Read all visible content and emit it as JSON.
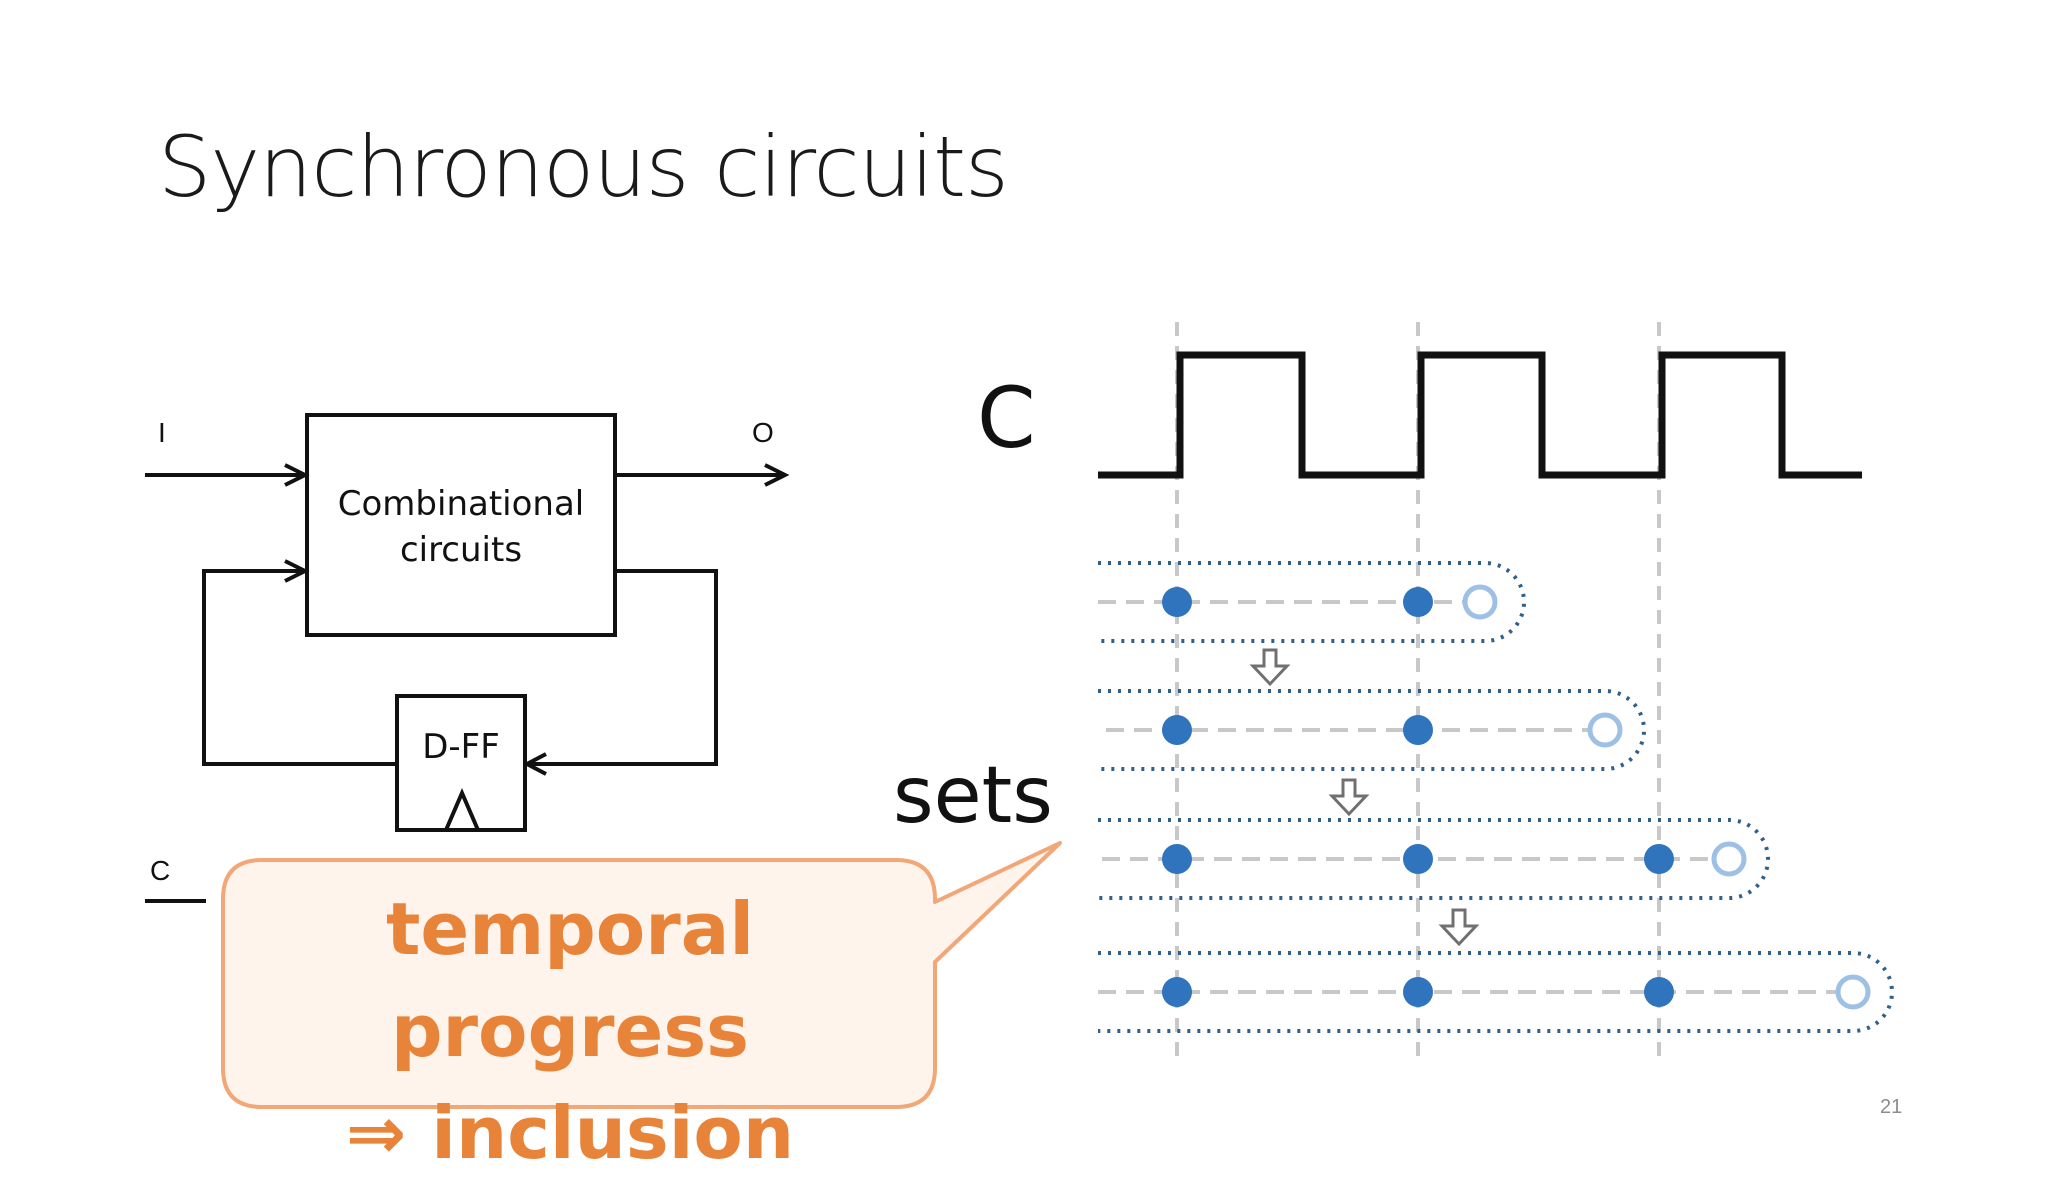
{
  "slide": {
    "title": "Synchronous circuits",
    "page_number": "21"
  },
  "circuit": {
    "input_label": "I",
    "output_label": "O",
    "clock_label": "C",
    "comb_block_line1": "Combinational",
    "comb_block_line2": "circuits",
    "flipflop_label": "D-FF"
  },
  "timing": {
    "clock_label": "C",
    "sets_label": "sets"
  },
  "callout": {
    "line1": "temporal progress",
    "line2": "⇒ inclusion"
  },
  "colors": {
    "callout_fill": "#fff4ec",
    "callout_stroke": "#f1a778",
    "callout_text": "#e8833a",
    "filled_dot": "#2f74bd",
    "open_dot": "#9dc0e4",
    "dotted_outline": "#2f5f8a",
    "guide_dash": "#c8c8c8"
  }
}
